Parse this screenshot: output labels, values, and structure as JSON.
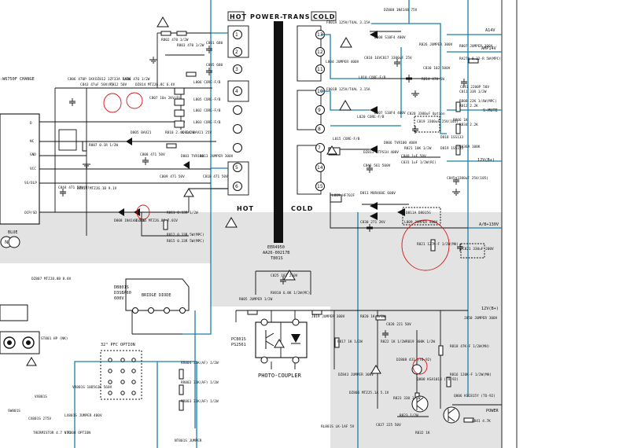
{
  "header": {
    "hot": "HOT",
    "title": "POWER-TRANS",
    "cold": "COLD"
  },
  "transformer": {
    "hot_label": "HOT",
    "cold_label": "COLD",
    "part_no": "EER4950",
    "code": "AA26-00217B",
    "ref": "T801S"
  },
  "photo_coupler": {
    "label": "PHOTO-COUPLER",
    "ref": "PC801S",
    "part": "PS2561"
  },
  "bridge": {
    "label": "BRIDGE DIODE",
    "ref": "DB801S",
    "spec1": "D3SBA60",
    "spec2": "600V"
  },
  "pfc_option": "32\" PFC OPTION",
  "connector": {
    "pins": [
      "D",
      "NC",
      "GND",
      "VCC",
      "SS/OLP",
      "OCP/SD"
    ],
    "change_note": "-W6750F CHANGE"
  },
  "outputs": [
    "A14V",
    "AMP14V",
    "S-MUTE",
    "12V(B+)",
    "A/B+130V",
    "12V(B+)",
    "POWER"
  ],
  "legend": {
    "blue": "BLUE",
    "n": "N"
  },
  "labels": [
    {
      "text": "C806 470P 1KV"
    },
    {
      "text": "C843 47uF 50V(P)"
    },
    {
      "text": "DZ812 1ZF33A 1/2W"
    },
    {
      "text": "C812 50V"
    },
    {
      "text": "R806 47Ω 1/2W"
    },
    {
      "text": "DZ814 MTZJ6.8C 6.4V"
    },
    {
      "text": "C807 10n 2KV(P)"
    },
    {
      "text": "R802 470 1/2W"
    },
    {
      "text": "R803 470 1/2W"
    },
    {
      "text": "C801 680"
    },
    {
      "text": "C805 680"
    },
    {
      "text": "L806 CORE-F/B"
    },
    {
      "text": "L805 CORE-F/B"
    },
    {
      "text": "L802 CORE-F/B"
    },
    {
      "text": "L803 CORE-F/B"
    },
    {
      "text": "D805 BAV21"
    },
    {
      "text": "R810 2.4K 1/2W"
    },
    {
      "text": "D804 BAV21 25V"
    },
    {
      "text": "C808 471 50V"
    },
    {
      "text": "D803 TVR100"
    },
    {
      "text": "C809 471 50V"
    },
    {
      "text": "R813 JUMPER 300V"
    },
    {
      "text": "C810 471 50V"
    },
    {
      "text": "R807 0.1R 1/2W"
    },
    {
      "text": "C844 471 50V(P)"
    },
    {
      "text": "DZ813 MTZJ6.1B 9.1V"
    },
    {
      "text": "D808 1N4148 75V"
    },
    {
      "text": "DZ815 MTZJ6.8C 7.01V"
    },
    {
      "text": "R811 0.33R 1/2W"
    },
    {
      "text": "R812 0.33R 5W(MPC)"
    },
    {
      "text": "R815 0.33R 5W(MPC)"
    },
    {
      "text": "DZ807 MTZJ8.8B 8.8V"
    },
    {
      "text": "ST801 HP (NK)"
    },
    {
      "text": "F801A 125V/T4AL 3.15A"
    },
    {
      "text": "F801B 125V/T4AL 3.15A"
    },
    {
      "text": "D808 S10F4 400V"
    },
    {
      "text": "C818 16V"
    },
    {
      "text": "C817 3300uF 25V"
    },
    {
      "text": "L804 JUMPER 400V"
    },
    {
      "text": "L810 CORE-F/B"
    },
    {
      "text": "C819 3300uF 25V(105)"
    },
    {
      "text": "D807 S10F4 400V"
    },
    {
      "text": "C820 3300uF Option"
    },
    {
      "text": "D806 TVR100 400V"
    },
    {
      "text": "R821 10K 1/2W"
    },
    {
      "text": "L815 CORE-F/B"
    },
    {
      "text": "DZ813 STPS1H 400V"
    },
    {
      "text": "C846 561 500V"
    },
    {
      "text": "L809 HF70JF"
    },
    {
      "text": "D811 MUR460E 600V"
    },
    {
      "text": "C830 271 2KV"
    },
    {
      "text": "D811A D8015G"
    },
    {
      "text": "L809 JUMPER 400V"
    },
    {
      "text": "R821 127K-F 1/2W(MH)"
    },
    {
      "text": "C821 330uF 200V"
    },
    {
      "text": "C825 102 250V"
    },
    {
      "text": "RV810 6.8K 1/2W(MC)"
    },
    {
      "text": "R805 JUMPER 1/2W"
    },
    {
      "text": "J819 JUMPER 300V"
    },
    {
      "text": "R820 1K 1/2W"
    },
    {
      "text": "R817 1K 1/2W"
    },
    {
      "text": "C828 221 50V"
    },
    {
      "text": "R819 300K 1/2W"
    },
    {
      "text": "R822 1K 1/2W"
    },
    {
      "text": "D2808 431 (TO-92)"
    },
    {
      "text": "Q808 KSA1013 (TO-92)"
    },
    {
      "text": "DZ843 JUMPER 300V"
    },
    {
      "text": "DZ806 MTZJ5.1A 5.1V"
    },
    {
      "text": "R823 330 1/2W"
    },
    {
      "text": "R832 1K"
    },
    {
      "text": "R816 120K-F 1/2W(MH)"
    },
    {
      "text": "R818 47K-F 1/2W(MH)"
    },
    {
      "text": "J850 JUMPER 300V"
    },
    {
      "text": "Q806 KSC815Y (TO-92)"
    },
    {
      "text": "R841 4.7K"
    },
    {
      "text": "RR804 33K(AF) 1/2W"
    },
    {
      "text": "RR802 33K(AF) 1/2W"
    },
    {
      "text": "RR803 33K(AF) 1/2W"
    },
    {
      "text": "RL801S LK-1AF 5V"
    },
    {
      "text": "NT801S JUMPER"
    },
    {
      "text": "VR801S 10D561K 560V"
    },
    {
      "text": "VX801S"
    },
    {
      "text": "CX801S 275V"
    },
    {
      "text": "SW801S"
    },
    {
      "text": "THERMISTOR 4.7 NTC"
    },
    {
      "text": "R808 OPTION"
    },
    {
      "text": "LX801S JUMPER 400V"
    },
    {
      "text": "C827 225 50V"
    },
    {
      "text": "R823 1/2W"
    },
    {
      "text": "R808 22K 1/4W(MPC)"
    },
    {
      "text": "R807 JUMPER 300V"
    },
    {
      "text": "RA27A 0.22-R 5W(MPC)"
    },
    {
      "text": "C841 2200P 50V"
    },
    {
      "text": "R806 1K"
    },
    {
      "text": "C830 102 500V"
    },
    {
      "text": "DZ808 1N4148 75V"
    },
    {
      "text": "R826 JUMPER 300V"
    },
    {
      "text": "L820 CORE-F/B"
    },
    {
      "text": "R834 2.2K"
    },
    {
      "text": "C845 3300uF 25V(105)"
    },
    {
      "text": "R836A 100K"
    },
    {
      "text": "D819 1SS133"
    },
    {
      "text": "D818 1SS133"
    },
    {
      "text": "R814 470 5W"
    },
    {
      "text": "C811 33R 1/2W"
    },
    {
      "text": "C840 1uF 50V"
    },
    {
      "text": "R812 2.2K"
    },
    {
      "text": "C831 1uF 1/2W(RC)"
    }
  ]
}
